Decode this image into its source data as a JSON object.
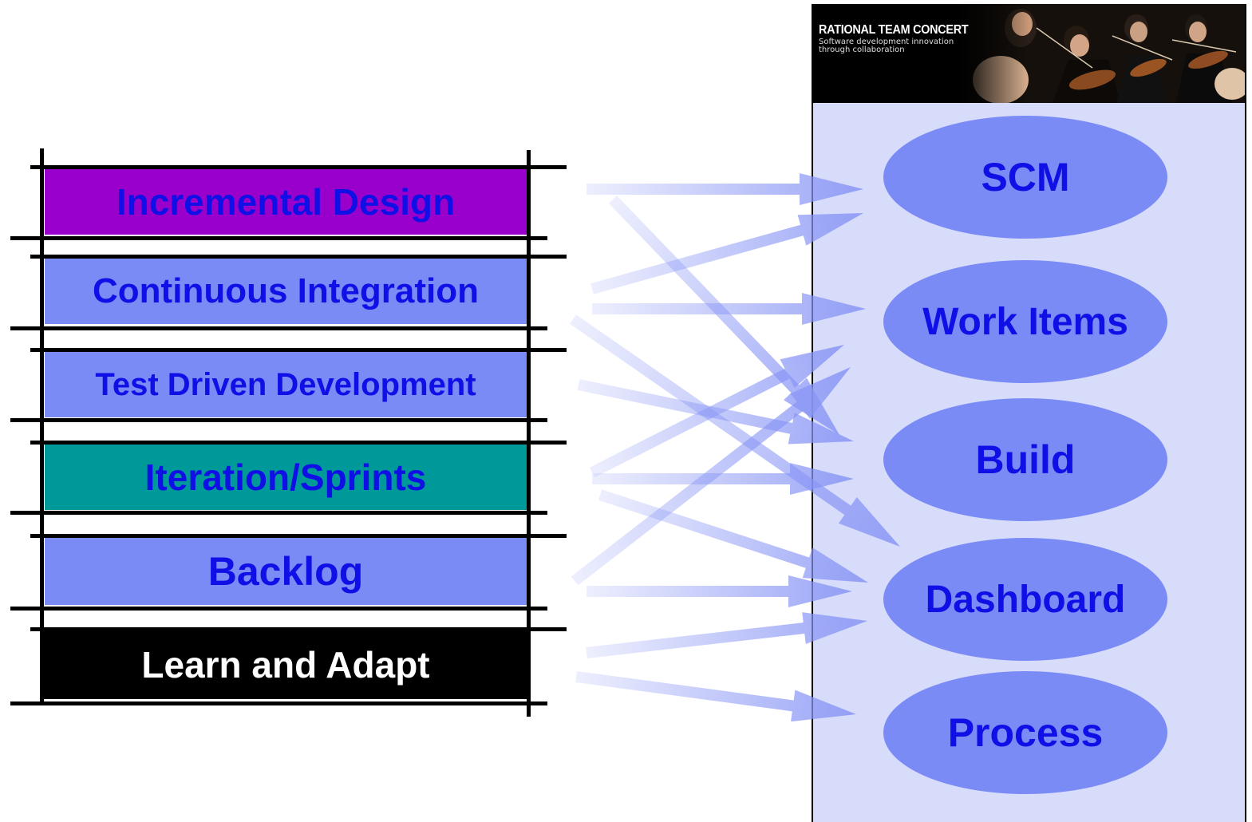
{
  "colors": {
    "practice_blue": "#7b8bf6",
    "practice_purple": "#9900cc",
    "practice_teal": "#009999",
    "practice_black": "#000000",
    "label_blue": "#1010e6",
    "panel_bg": "#d7dcfb",
    "arrow": "#8895f5"
  },
  "practices": [
    {
      "label": "Incremental Design",
      "color": "#9900cc"
    },
    {
      "label": "Continuous Integration",
      "color": "#7b8bf6"
    },
    {
      "label": "Test Driven Development",
      "color": "#7b8bf6"
    },
    {
      "label": "Iteration/Sprints",
      "color": "#009999"
    },
    {
      "label": "Backlog",
      "color": "#7b8bf6"
    },
    {
      "label": "Learn and Adapt",
      "color": "#000000"
    }
  ],
  "banner": {
    "title": "RATIONAL TEAM CONCERT",
    "subtitle": "Software development innovation through collaboration"
  },
  "tools": [
    {
      "label": "SCM"
    },
    {
      "label": "Work Items"
    },
    {
      "label": "Build"
    },
    {
      "label": "Dashboard"
    },
    {
      "label": "Process"
    }
  ],
  "connections": [
    {
      "from": "Incremental Design",
      "to": "SCM"
    },
    {
      "from": "Incremental Design",
      "to": "Build"
    },
    {
      "from": "Continuous Integration",
      "to": "SCM"
    },
    {
      "from": "Continuous Integration",
      "to": "Work Items"
    },
    {
      "from": "Continuous Integration",
      "to": "Dashboard"
    },
    {
      "from": "Test Driven Development",
      "to": "Build"
    },
    {
      "from": "Iteration/Sprints",
      "to": "Work Items"
    },
    {
      "from": "Iteration/Sprints",
      "to": "Build"
    },
    {
      "from": "Iteration/Sprints",
      "to": "Dashboard"
    },
    {
      "from": "Backlog",
      "to": "Work Items"
    },
    {
      "from": "Backlog",
      "to": "Dashboard"
    },
    {
      "from": "Learn and Adapt",
      "to": "Dashboard"
    },
    {
      "from": "Learn and Adapt",
      "to": "Process"
    }
  ]
}
